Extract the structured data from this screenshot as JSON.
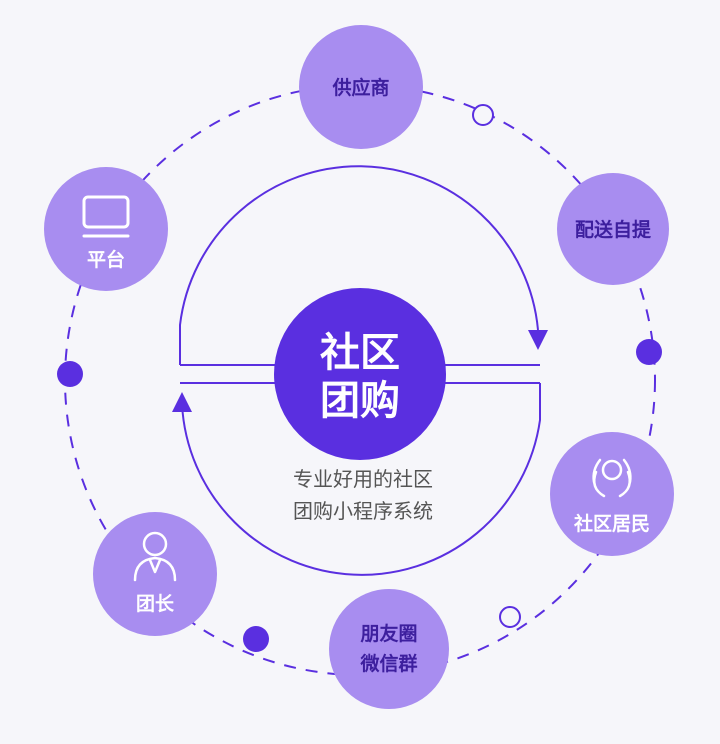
{
  "colors": {
    "background": "#f6f6fa",
    "node_fill": "#a88df0",
    "center_fill": "#5a2fe0",
    "accent": "#5a2fe0",
    "dark_text": "#3d1f9e"
  },
  "center": {
    "line1": "社区",
    "line2": "团购",
    "subtitle_line1": "专业好用的社区",
    "subtitle_line2": "团购小程序系统"
  },
  "nodes": {
    "supplier": {
      "label": "供应商"
    },
    "delivery": {
      "label": "配送自提"
    },
    "residents": {
      "label": "社区居民",
      "icon": "people-icon"
    },
    "wechat": {
      "line1": "朋友圈",
      "line2": "微信群"
    },
    "leader": {
      "label": "团长",
      "icon": "person-icon"
    },
    "platform": {
      "label": "平台",
      "icon": "monitor-icon"
    }
  }
}
